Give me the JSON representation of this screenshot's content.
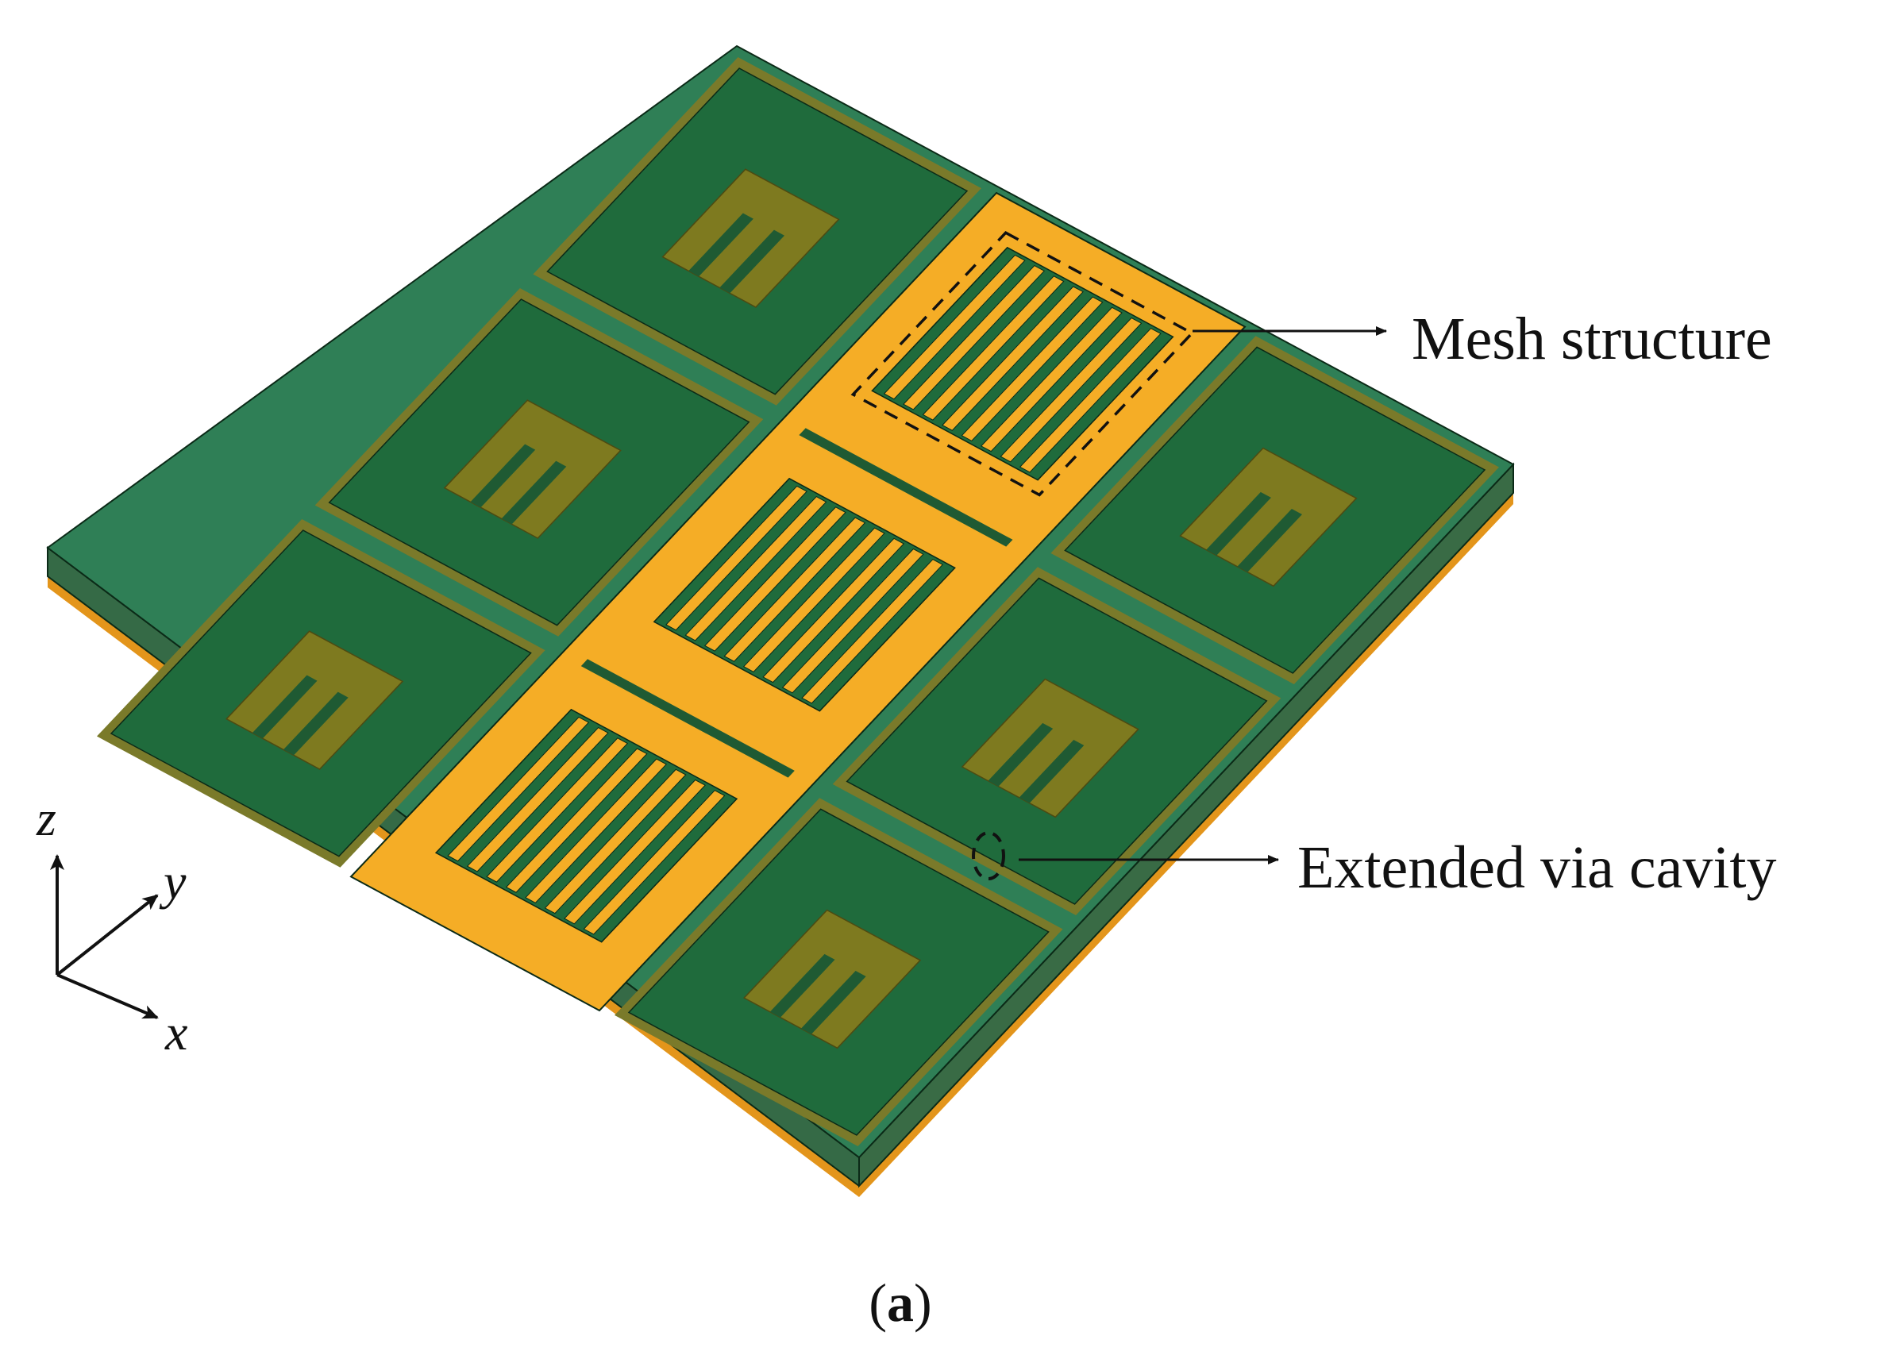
{
  "figure": {
    "caption": "(a)",
    "caption_parts": {
      "open": "(",
      "letter": "a",
      "close": ")"
    }
  },
  "callouts": {
    "mesh": "Mesh structure",
    "via": "Extended via cavity"
  },
  "axes": {
    "z": "z",
    "y": "y",
    "x": "x"
  },
  "colors": {
    "substrate_top": "#1f6b3c",
    "substrate_edge_light": "#2f7f56",
    "substrate_side": "#26664a",
    "copper": "#f5ad26",
    "copper_side": "#e3951b",
    "patch": "#7e7a1f",
    "cell_border": "#7a7a2a",
    "slot": "#1f5a33",
    "outline": "#0b2a17"
  },
  "structure": {
    "unit_cells_visible": 9,
    "antenna_cells_green": 6,
    "mesh_cells": 3,
    "slots_per_patch": 2
  }
}
